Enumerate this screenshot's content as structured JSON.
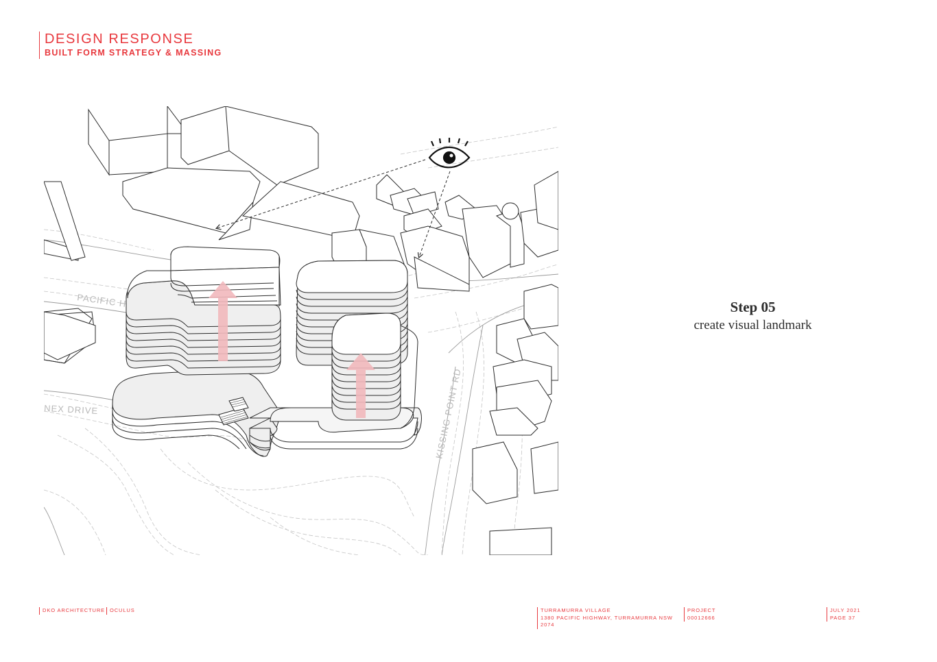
{
  "header": {
    "title": "DESIGN RESPONSE",
    "subtitle": "BUILT FORM STRATEGY & MASSING"
  },
  "drawing": {
    "labels": {
      "pacific": "PACIFIC H",
      "drive": "NEX DRIVE",
      "kissing": "KISSING POINT RD"
    },
    "icons": [
      "eye-icon"
    ],
    "colors": {
      "arrow": "#f2b9bd",
      "line": "#2a2a2a",
      "road": "#bdbdbd"
    }
  },
  "step": {
    "number": "Step 05",
    "description": "create visual landmark"
  },
  "footer": {
    "firm": "DKO ARCHITECTURE",
    "partner": "OCULUS",
    "project_name": "TURRAMURRA VILLAGE",
    "address_line1": "1380 PACIFIC HIGHWAY, TURRAMURRA NSW",
    "address_line2": "2074",
    "project_label": "PROJECT",
    "project_number": "00012666",
    "date": "JULY 2021",
    "page": "PAGE 37"
  },
  "colors": {
    "accent": "#e8383d",
    "text": "#2c2c2c"
  }
}
